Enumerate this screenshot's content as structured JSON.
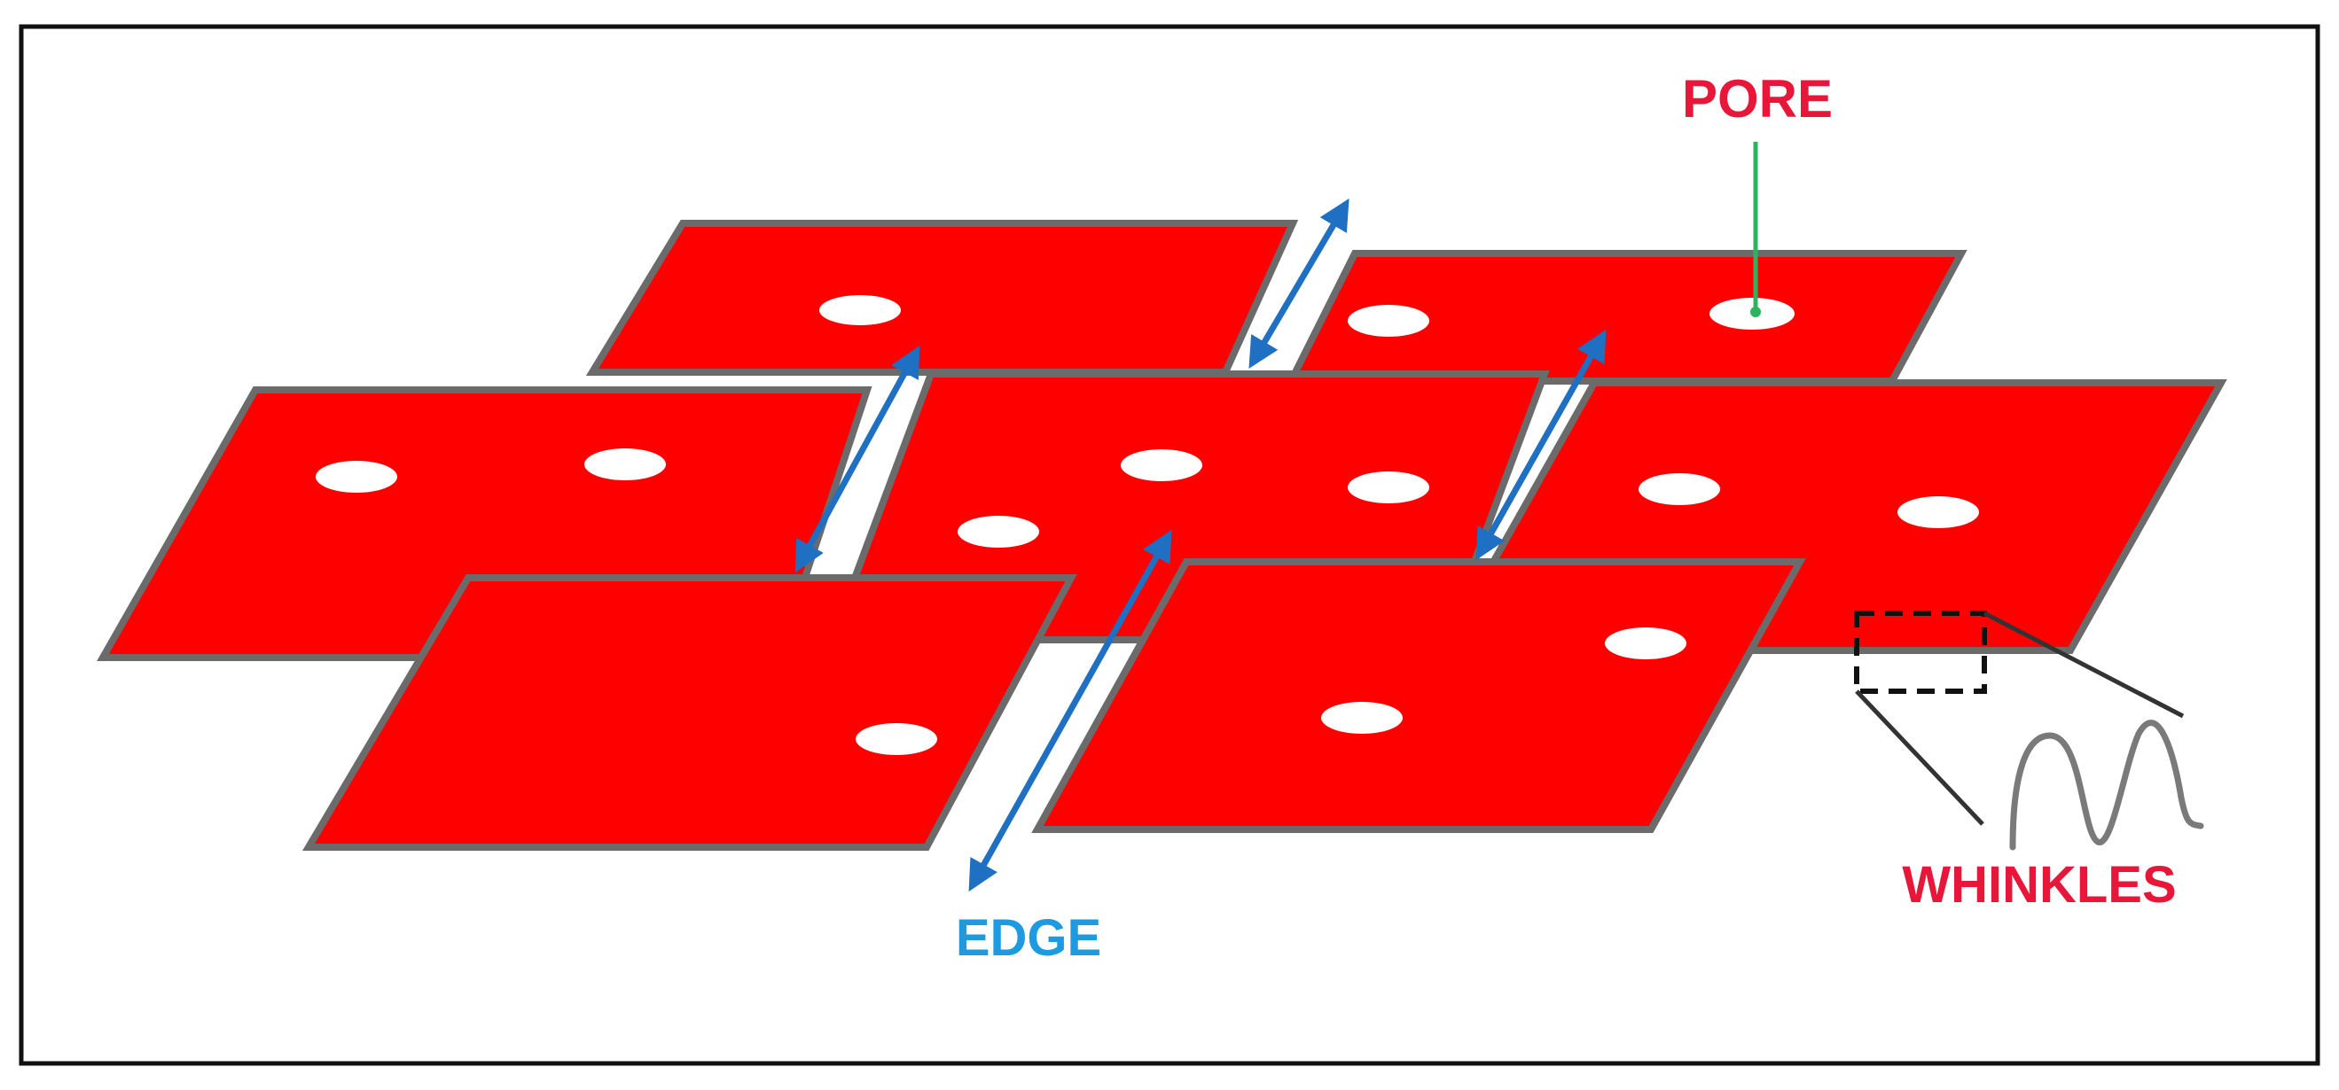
{
  "labels": {
    "pore": "PORE",
    "edge": "EDGE",
    "wrinkles": "WHINKLES"
  },
  "colors": {
    "sheet_fill": "#ff0000",
    "sheet_stroke": "#6b6b6b",
    "pore_fill": "#ffffff",
    "pore_label": "#e8173a",
    "wrinkles_label": "#e8173a",
    "edge_label": "#1e9be0",
    "edge_arrow": "#1f6fc2",
    "pore_leader": "#2db35d",
    "border": "#111111",
    "wrinkle_line": "#7a7a7a"
  },
  "icons": {
    "edge_arrow": "double-headed-arrow",
    "wrinkle_zoom": "dashed-zoom-box"
  }
}
